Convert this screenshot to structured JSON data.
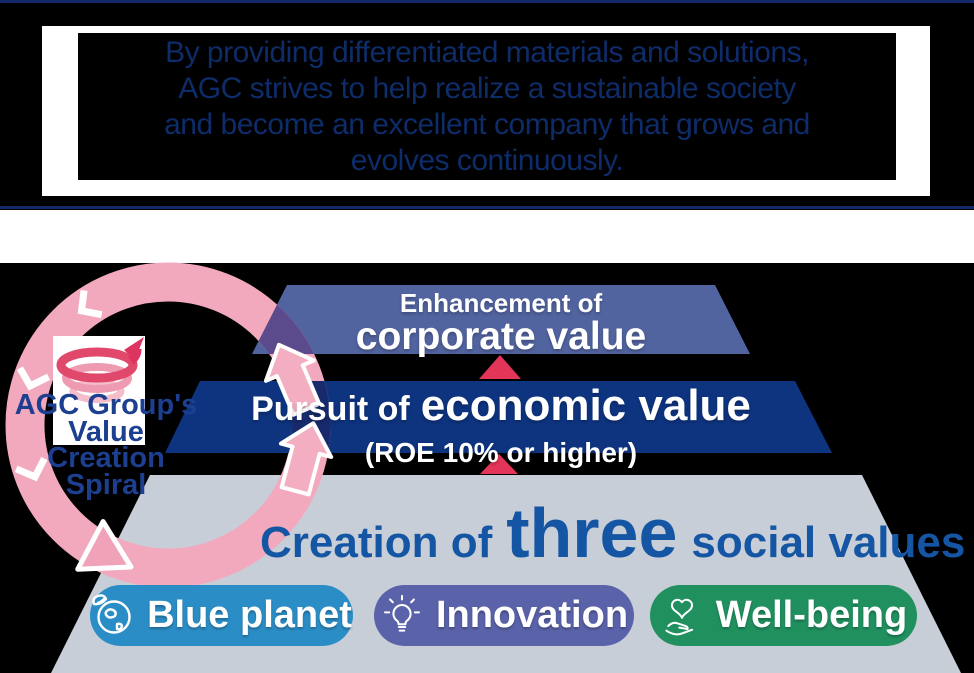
{
  "page": {
    "background": "#000000",
    "divider_color": "#15286b"
  },
  "quote": {
    "lines": [
      "By providing differentiated materials and solutions,",
      "AGC strives to help realize a sustainable society",
      "and become an excellent company that grows and",
      "evolves continuously."
    ],
    "text_color": "#0e2c69"
  },
  "spiral": {
    "label_lines": [
      "AGC Group's",
      "Value",
      "Creation",
      "Spiral"
    ],
    "ring_color": "#f2a9bd",
    "label_color": "#1d3f90"
  },
  "pyramid": {
    "level1": {
      "line1": "Enhancement of",
      "line2": "corporate value",
      "color": "#5264a0"
    },
    "level2": {
      "prefix": "Pursuit of",
      "emphasis": "economic value",
      "line2": "(ROE 10% or higher)",
      "color": "#0e3480"
    },
    "level3": {
      "prefix": "Creation of",
      "emphasis": "three",
      "suffix": "social values",
      "color": "#c8ced8",
      "text_color": "#1556a4"
    },
    "arrow_color": "#e23557"
  },
  "values": [
    {
      "label": "Blue planet",
      "icon": "globe-leaf-icon",
      "color": "#2b8dc5"
    },
    {
      "label": "Innovation",
      "icon": "lightbulb-icon",
      "color": "#5a62a9"
    },
    {
      "label": "Well-being",
      "icon": "heart-hand-icon",
      "color": "#20905f"
    }
  ]
}
